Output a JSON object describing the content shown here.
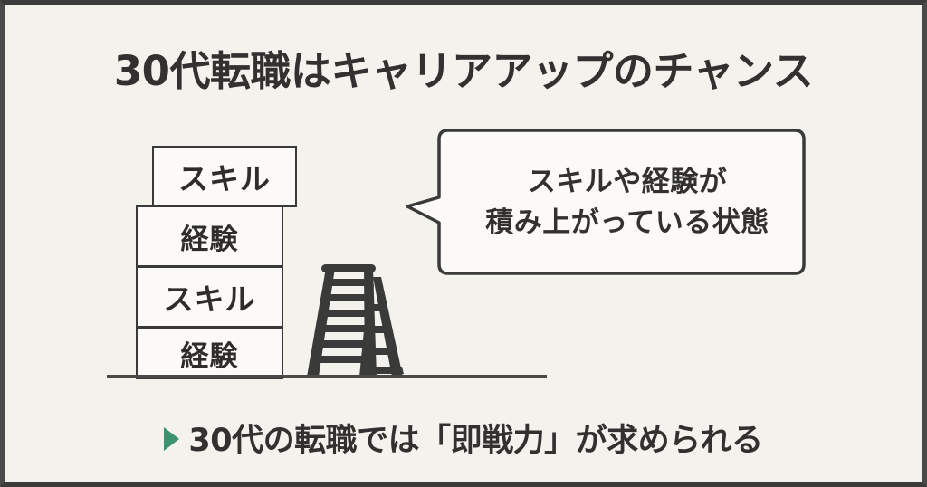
{
  "theme": {
    "background": "#f4f2ed",
    "frame_border": "#3b3b3a",
    "ink": "#32312f",
    "box_fill": "#fbfaf8",
    "box_border": "#3a3a39",
    "accent_green": "#3b9370",
    "ladder_color": "#3a3a38",
    "ground_line": "#4a4947"
  },
  "title": {
    "text": "30代転職はキャリアアップのチャンス"
  },
  "stack": {
    "boxes": [
      {
        "label": "スキル"
      },
      {
        "label": "経験"
      },
      {
        "label": "スキル"
      },
      {
        "label": "経験"
      }
    ]
  },
  "callout": {
    "line1": "スキルや経験が",
    "line2": "積み上がっている状態"
  },
  "caption": {
    "bullet_icon": "triangle-right-icon",
    "text": "30代の転職では「即戦力」が求められる"
  },
  "illustration": {
    "ladder_icon": "stepladder-icon",
    "ground_icon": "ground-line"
  }
}
